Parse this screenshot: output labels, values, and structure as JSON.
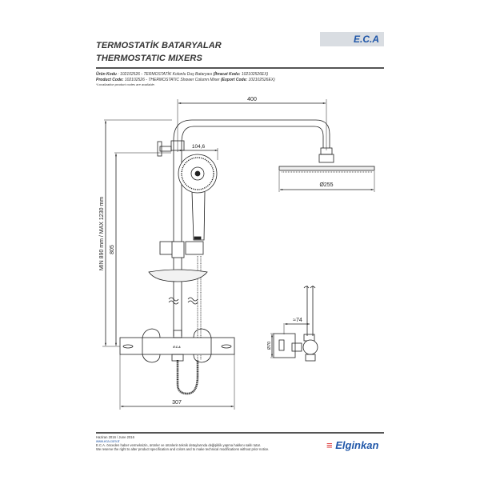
{
  "header": {
    "title_tr": "TERMOSTATİK BATARYALAR",
    "title_en": "THERMOSTATIC MIXERS",
    "brand_logo": "E.C.A"
  },
  "product": {
    "tr_label": "Ürün Kodu",
    "tr_value": ": 102102526 - TERMOSTATİK Kolonlu Duş Bataryası",
    "tr_export_label": "(İhracat Kodu:",
    "tr_export_value": "102102526EX)",
    "en_label": "Product Code:",
    "en_value": "102102526 - THERMOSTATIC Shower Column Mixer",
    "en_export_label": "(Export Code:",
    "en_export_value": "102102526EX)",
    "note": "*Localization product codes are available."
  },
  "drawing": {
    "dim_width_arm": "400",
    "dim_handshower": "104,6",
    "dim_head_diameter": "Ø255",
    "dim_height_range": "MIN 890 mm / MAX 1230 mm",
    "dim_height": "805",
    "dim_mixer_width": "307",
    "dim_projection": "≈74",
    "dim_body_diameter": "Ø70",
    "mixer_badge": "E.C.A"
  },
  "footer": {
    "date": "Haziran 2016 / June 2016",
    "website": "www.eca.com.tr",
    "disclaimer_tr": "E.C.A. önceden haber vermeksizin, ürünler ve ürünlerin teknik detaylarında değişiklik yapma hakkını saklı tutar.",
    "disclaimer_en": "We reserve the right to alter product specification and colors and to make technical modifications without prior notice.",
    "brand": "Elginkan"
  }
}
